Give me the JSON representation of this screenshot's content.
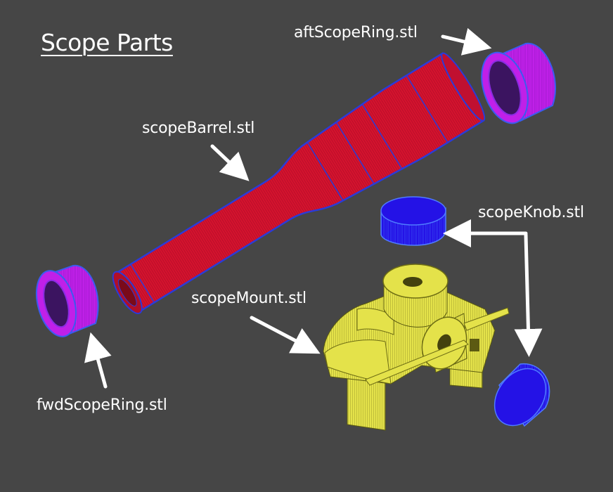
{
  "title": "Scope Parts",
  "labels": {
    "aft_ring": "aftScopeRing.stl",
    "barrel": "scopeBarrel.stl",
    "knob": "scopeKnob.stl",
    "mount": "scopeMount.stl",
    "fwd_ring": "fwdScopeRing.stl"
  },
  "colors": {
    "background": "#464646",
    "barrel": "#d4122e",
    "barrel_edge": "#2b3bd8",
    "ring": "#c020e8",
    "knob": "#2412e6",
    "mount": "#e4e24a",
    "arrow": "#ffffff"
  }
}
